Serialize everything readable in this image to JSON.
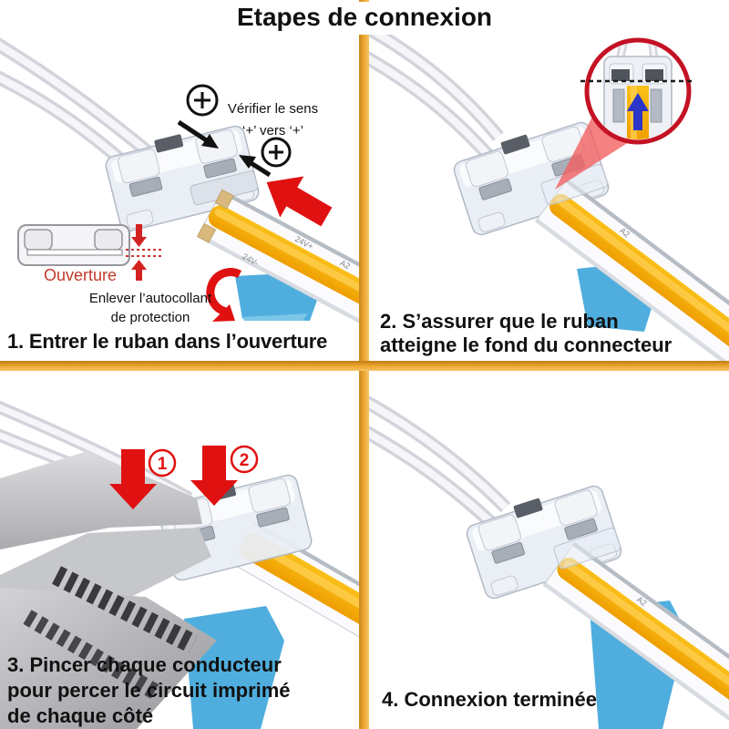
{
  "title": "Etapes de connexion",
  "colors": {
    "divider_orange": "#EDA42E",
    "arrow_red": "#E01111",
    "sticker_blue": "#4FAEDE",
    "strip_orange": "#F5A800",
    "magnifier_ring_red": "#C41224",
    "opening_label_red": "#C0392B"
  },
  "step1": {
    "caption": "1. Entrer le ruban dans l’ouverture",
    "verify_line1": "Vérifier le sens",
    "verify_line2": "‘+’ vers ‘+’",
    "opening_label": "Ouverture",
    "peel_note_line1": "Enlever l’autocollant",
    "peel_note_line2": "de protection",
    "strip_marking_top": "24V+",
    "strip_marking_bottom": "24V-",
    "strip_marking_id": "A2"
  },
  "step2": {
    "caption_line1": "2. S’assurer que le ruban",
    "caption_line2": "atteigne le fond du connecteur",
    "strip_marking_id": "A2"
  },
  "step3": {
    "caption_line1": "3. Pincer chaque conducteur",
    "caption_line2": "pour percer le circuit imprimé",
    "caption_line3": "de chaque côté",
    "arrow1_label": "1",
    "arrow2_label": "2"
  },
  "step4": {
    "caption": "4. Connexion terminée",
    "strip_marking_id": "A2"
  }
}
